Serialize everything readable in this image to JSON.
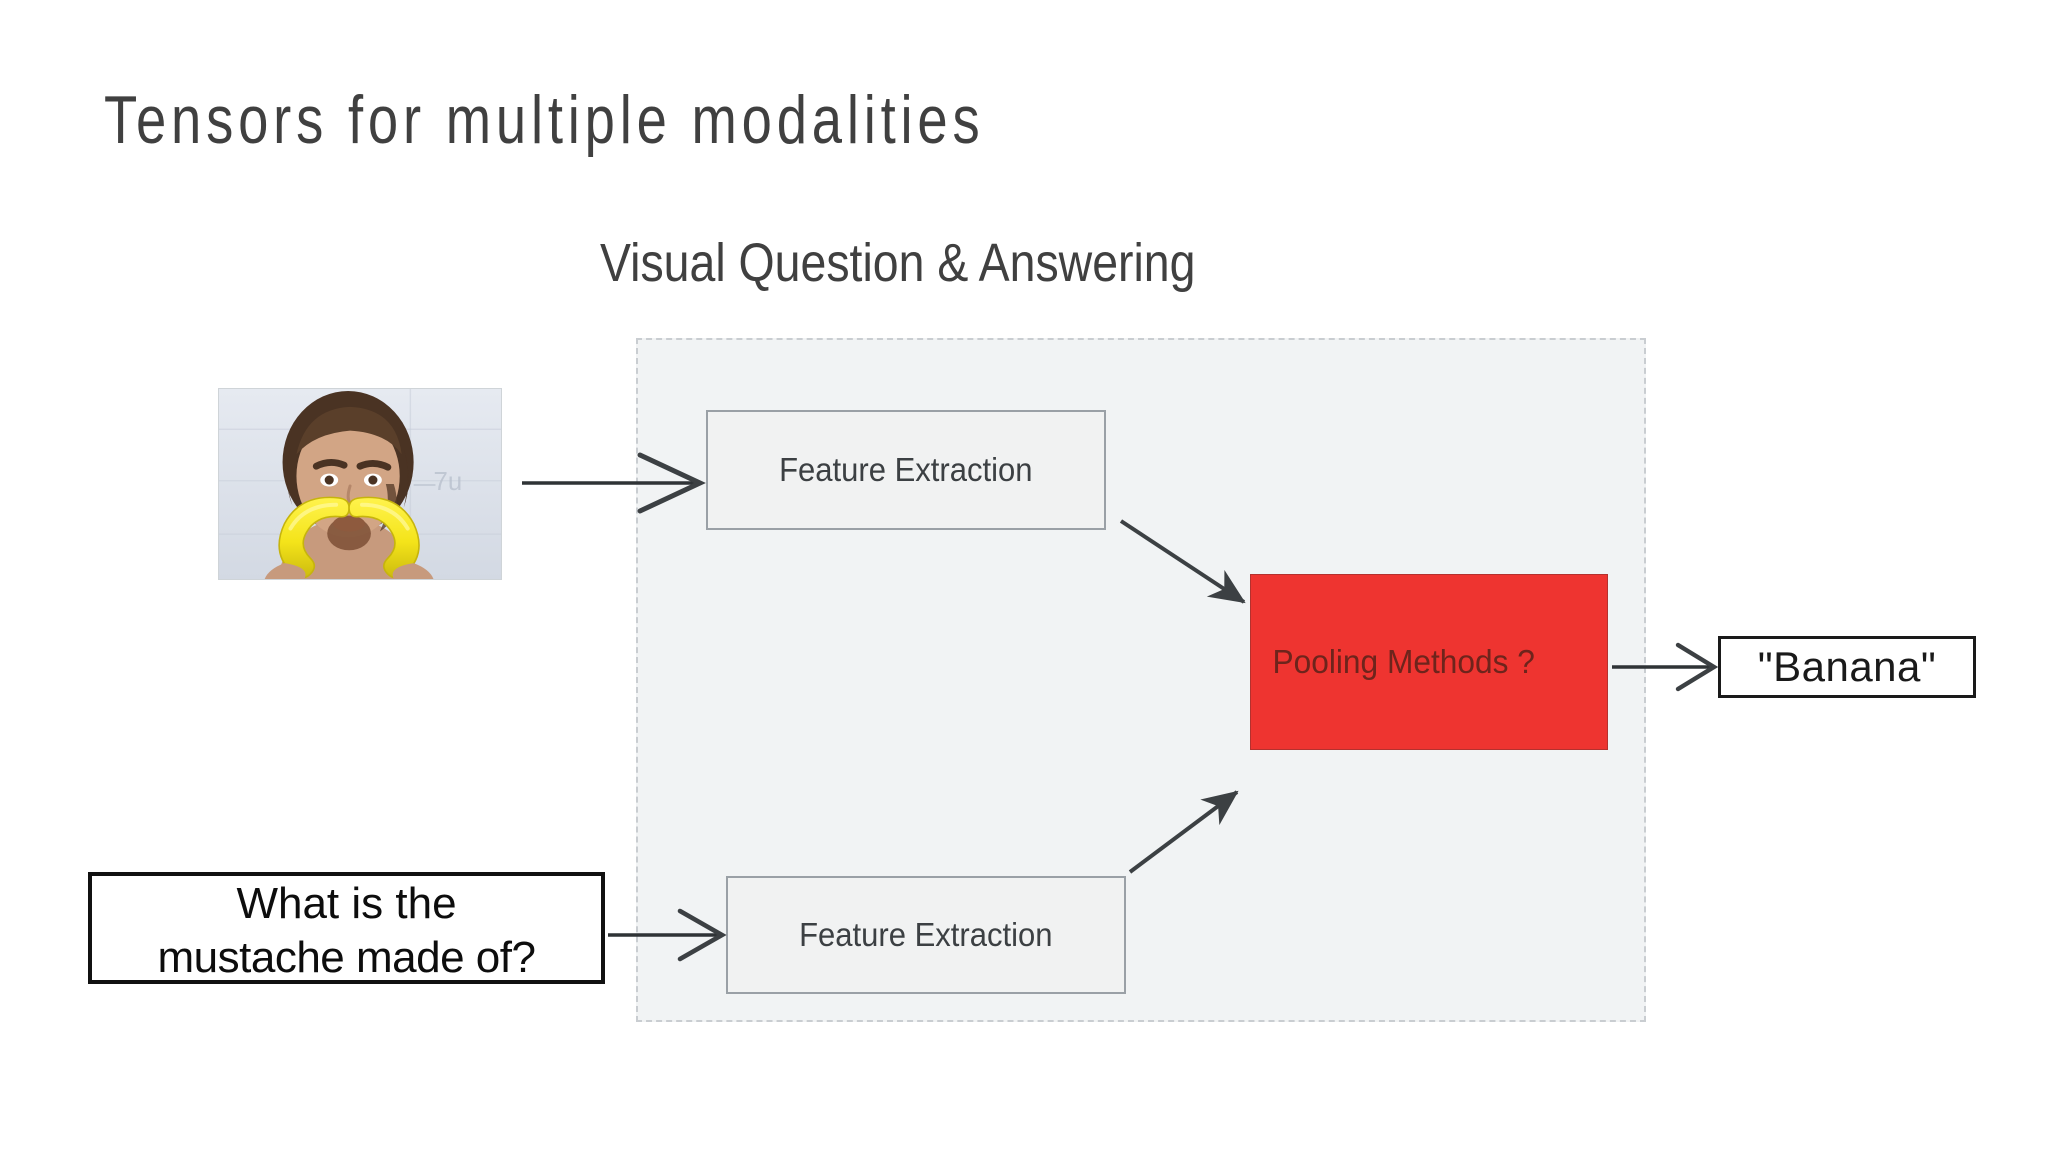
{
  "slide": {
    "title": "Tensors for multiple modalities",
    "subtitle": "Visual Question & Answering"
  },
  "diagram": {
    "container_label": "vqa-pipeline",
    "colors": {
      "background": "#ffffff",
      "panel": "#f1f3f4",
      "panel_border": "#c9cdd1",
      "box_fill": "#f1f2f2",
      "box_border": "#9aa0a6",
      "pooling_fill": "#ee3430",
      "pooling_text": "#6e241c",
      "arrow": "#3c4043",
      "title_text": "#404040",
      "io_border": "#111111"
    },
    "nodes": {
      "image_feature_extraction": "Feature Extraction",
      "text_feature_extraction": "Feature Extraction",
      "pooling": "Pooling Methods ?",
      "answer": "\"Banana\"",
      "question_line_1": "What is the",
      "question_line_2": "mustache made of?"
    },
    "input_image": {
      "alt": "person holding two bananas as a mustache",
      "colors": {
        "backdrop": "#dde2ea",
        "skin": "#cfa183",
        "hair": "#4a3225",
        "banana": "#f2e31c",
        "banana_shadow": "#cfc012"
      }
    },
    "arrows": [
      {
        "name": "image-to-feature-extraction",
        "style": "open-chevron"
      },
      {
        "name": "image-features-to-pooling",
        "style": "filled-head"
      },
      {
        "name": "question-to-feature-extraction",
        "style": "open-chevron"
      },
      {
        "name": "text-features-to-pooling",
        "style": "filled-head"
      },
      {
        "name": "pooling-to-answer",
        "style": "open-chevron"
      }
    ]
  }
}
